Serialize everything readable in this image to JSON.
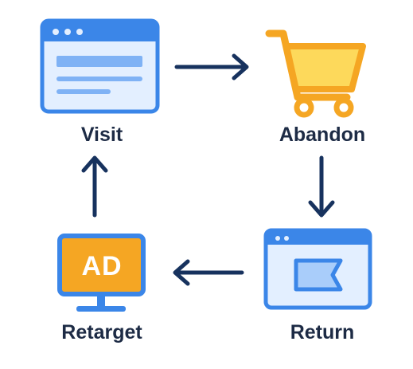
{
  "colors": {
    "blue": "#3b86e8",
    "light_blue": "#e3efff",
    "mid_blue": "#7fb2f5",
    "navy": "#17325e",
    "orange": "#f5a623",
    "yellow": "#fdd95b",
    "text": "#1d2b45"
  },
  "steps": {
    "visit": {
      "label": "Visit",
      "icon": "browser-window-icon"
    },
    "abandon": {
      "label": "Abandon",
      "icon": "shopping-cart-icon"
    },
    "return": {
      "label": "Return",
      "icon": "browser-bookmark-icon"
    },
    "retarget": {
      "label": "Retarget",
      "icon": "ad-monitor-icon",
      "badge": "AD"
    }
  },
  "arrows": [
    {
      "from": "Visit",
      "to": "Abandon",
      "direction": "right"
    },
    {
      "from": "Abandon",
      "to": "Return",
      "direction": "down"
    },
    {
      "from": "Return",
      "to": "Retarget",
      "direction": "left"
    },
    {
      "from": "Retarget",
      "to": "Visit",
      "direction": "up"
    }
  ]
}
